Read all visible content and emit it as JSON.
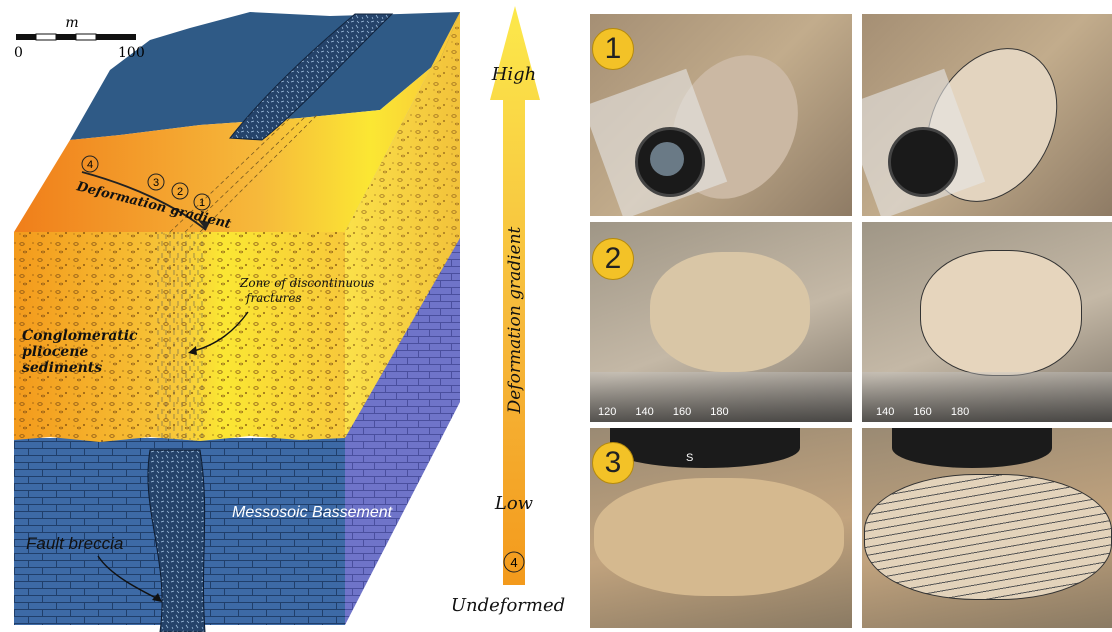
{
  "scale_bar": {
    "unit": "m",
    "start": "0",
    "end": "100"
  },
  "block_labels": {
    "deformation_gradient": "Deformation gradient",
    "zone_line1": "Zone of discontinuous",
    "zone_line2": "fractures",
    "sediments_line1": "Conglomeratic",
    "sediments_line2": "pliocene",
    "sediments_line3": "sediments",
    "basement": "Messosoic Bassement",
    "fault_breccia": "Fault breccia"
  },
  "gradient_markers": [
    "4",
    "3",
    "2",
    "1"
  ],
  "arrow_panel": {
    "high": "High",
    "low": "Low",
    "marker": "4",
    "undeformed": "Undeformed",
    "axis_label": "Deformation gradient"
  },
  "photo_rows": [
    {
      "number": "1",
      "ruler_marks": []
    },
    {
      "number": "2",
      "ruler_marks": [
        "120",
        "140",
        "160",
        "180"
      ],
      "ruler_marks_right": [
        "140",
        "160",
        "180"
      ]
    },
    {
      "number": "3",
      "ruler_marks": [
        "S"
      ]
    }
  ],
  "colors": {
    "basement_blue": "#3d6aa6",
    "basement_side": "#6f74c9",
    "surface_dark_blue": "#2f5a86",
    "sediment_orange": "#f39a1c",
    "sediment_yellow": "#fbe733",
    "arrow_yellow": "#fce94b",
    "arrow_orange": "#f39a1c",
    "badge_yellow": "#f3c227"
  }
}
